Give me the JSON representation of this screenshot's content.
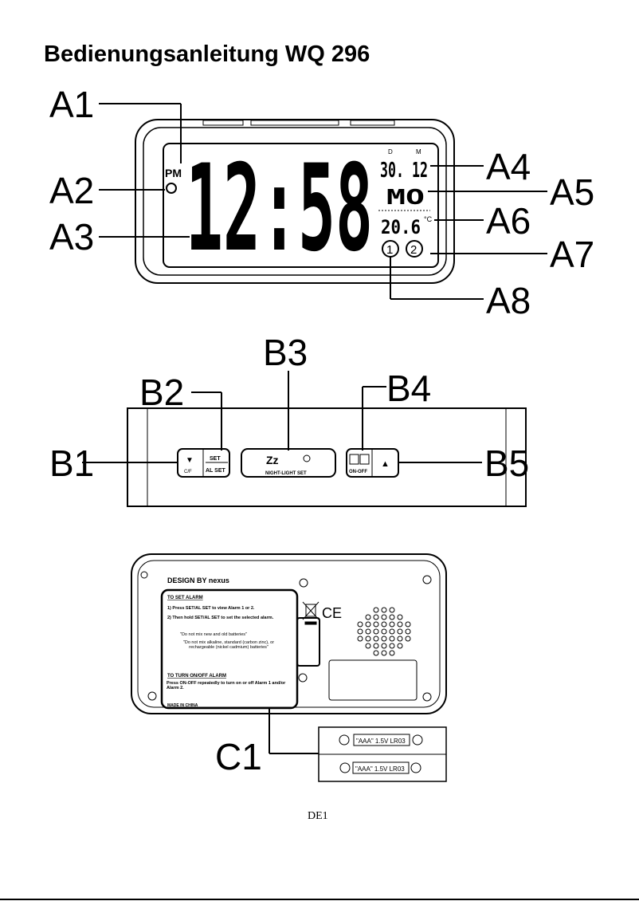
{
  "document": {
    "title": "Bedienungsanleitung WQ 296",
    "page_number": "DE1"
  },
  "front_view": {
    "labels": [
      "A1",
      "A2",
      "A3",
      "A4",
      "A5",
      "A6",
      "A7",
      "A8"
    ],
    "display": {
      "pm": "PM",
      "time": "12:58",
      "date_d_marker": "D",
      "date_m_marker": "M",
      "date": "30. 12",
      "weekday": "MO",
      "temperature": "20.6",
      "temp_unit": "°C",
      "alarm1": "1",
      "alarm2": "2"
    }
  },
  "top_view": {
    "labels": [
      "B1",
      "B2",
      "B3",
      "B4",
      "B5"
    ],
    "buttons": {
      "down_symbol": "▼",
      "down_label": "C/F",
      "set_top": "SET",
      "set_bottom": "AL SET",
      "nightlight_symbol": "Zz",
      "nightlight_label": "NIGHT-LIGHT SET",
      "alarm_toggle_label": "ON-OFF",
      "up_symbol": "▲"
    }
  },
  "back_view": {
    "label": "C1",
    "brand": "DESIGN BY nexus",
    "set_alarm_heading": "TO SET ALARM",
    "set_alarm_step1": "1) Press SET/AL SET to view Alarm 1 or 2.",
    "set_alarm_step2": "2) Then hold SET/AL SET to set the selected alarm.",
    "battery_warning1": "\"Do not mix new and old batteries\"",
    "battery_warning2": "\"Do not mix alkaline, standard (carbon zinc), or rechargeable (nickel cadmium) batteries\"",
    "toggle_heading": "TO TURN ON/OFF ALARM",
    "toggle_text": "Press ON-OFF repeatedly to turn on or off Alarm 1 and/or Alarm 2.",
    "made_in": "MADE IN CHINA",
    "ce_mark": "CE",
    "battery1": "\"AAA\" 1.5V LR03",
    "battery2": "\"AAA\" 1.5V LR03"
  }
}
